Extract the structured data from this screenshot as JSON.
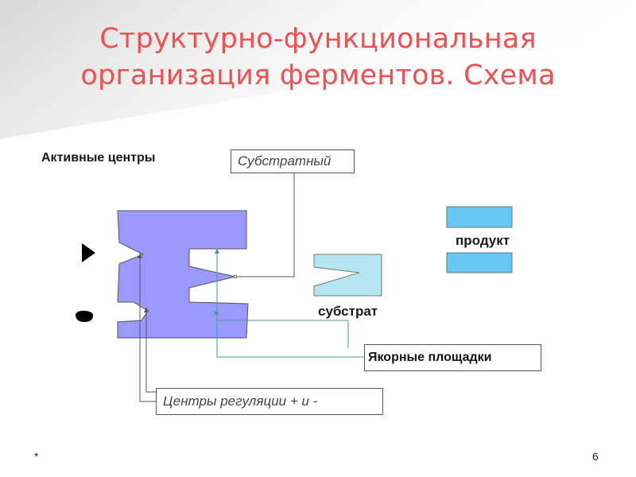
{
  "title": {
    "line1": "Структурно-функциональная",
    "line2": "организация ферментов. Схема"
  },
  "labels": {
    "active_centers": "Активные центры",
    "substrate_site": "Субстратный",
    "product": "продукт",
    "substrate": "субстрат",
    "anchor_sites": "Якорные площадки",
    "regulation_centers": "Центры регуляции + и -"
  },
  "footer": {
    "left": "*",
    "page_number": "6"
  },
  "colors": {
    "title": "#ee5151",
    "enzyme": "#9999ff",
    "substrate_fill": "#b3e6f0",
    "product_fill": "#66c8f2",
    "anchor_lines": "#4a9a94"
  }
}
